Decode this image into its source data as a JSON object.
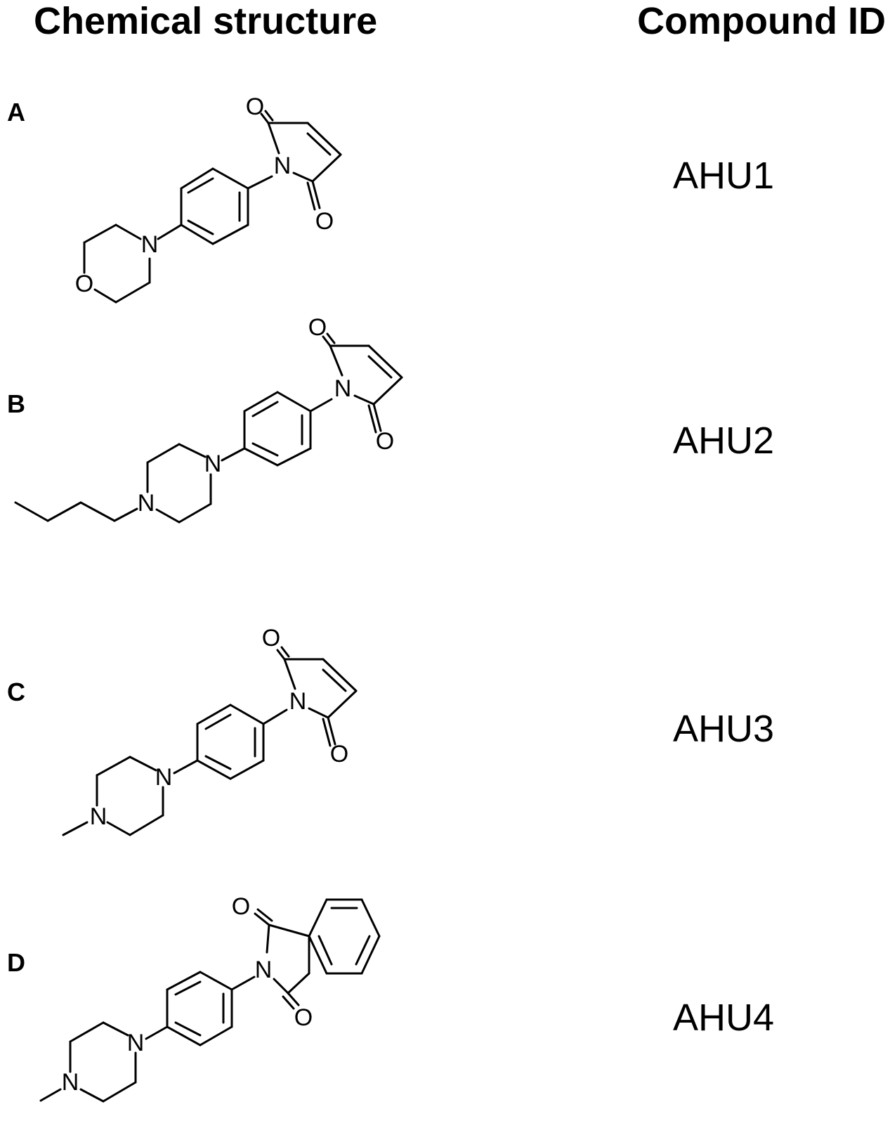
{
  "headers": {
    "structure": "Chemical structure",
    "compound": "Compound ID"
  },
  "compounds": [
    {
      "label": "A",
      "id": "AHU1"
    },
    {
      "label": "B",
      "id": "AHU2"
    },
    {
      "label": "C",
      "id": "AHU3"
    },
    {
      "label": "D",
      "id": "AHU4"
    }
  ],
  "atoms": {
    "N": "N",
    "O": "O"
  }
}
